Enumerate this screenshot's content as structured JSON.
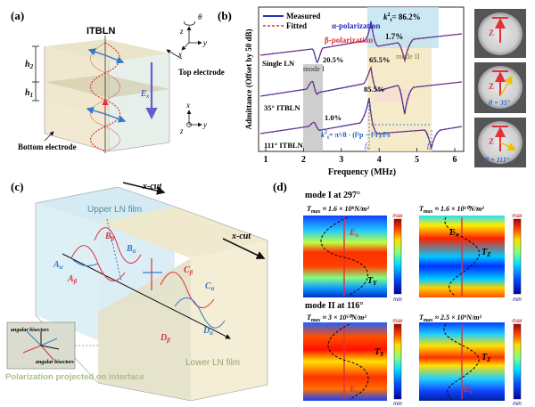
{
  "panel_a": {
    "label": "(a)",
    "title": "ITBLN",
    "top_electrode": "Top electrode",
    "bottom_electrode": "Bottom electrode",
    "h2": "h",
    "h2_sub": "2",
    "h1": "h",
    "h1_sub": "1",
    "ex": "E",
    "ex_sub": "x",
    "axis_theta": "θ",
    "axis_z": "z",
    "axis_y": "y",
    "axis_x": "x",
    "axis2_z": "z",
    "axis2_x": "x",
    "axis2_y": "y"
  },
  "panel_b": {
    "label": "(b)",
    "legend_measured": "Measured",
    "legend_fitted": "Fitted",
    "alpha_pol": "α-polarization",
    "beta_pol": "β-polarization",
    "k2_peak_label": "k",
    "k2_peak_value": "= 86.2%",
    "label_single_ln": "Single LN",
    "label_35": "35° ITBLN",
    "label_111": "111° ITBLN",
    "mode_i": "mode I",
    "mode_ii": "mode II",
    "val_17": "1.7%",
    "val_205": "20.5%",
    "val_655": "65.5%",
    "val_855": "85.5%",
    "val_10": "1.0%",
    "formula_lhs": "k",
    "formula_rhs": "= π²/8 · (f²p − f²r)/f²s",
    "fr": "f",
    "fr_sub": "r",
    "fa": "f",
    "fa_sub": "a",
    "ylabel": "Admittance (Offset by 50 dB)",
    "xlabel": "Frequency (MHz)",
    "xticks": [
      "1",
      "2",
      "3",
      "4",
      "5",
      "6"
    ],
    "inset1_z": "Z",
    "inset2_z": "Z",
    "inset2_angle": "θ = 35°",
    "inset3_z": "Z",
    "inset3_angle": "θ = 111°"
  },
  "panel_c": {
    "label": "(c)",
    "xcut_top": "x-cut",
    "xcut_right": "x-cut",
    "upper_film": "Upper LN film",
    "lower_film": "Lower LN film",
    "b_beta": "B",
    "b_beta_sub": "β",
    "b_alpha": "B",
    "b_alpha_sub": "α",
    "a_alpha": "A",
    "a_alpha_sub": "α",
    "a_beta": "A",
    "a_beta_sub": "β",
    "c_beta": "C",
    "c_beta_sub": "β",
    "c_alpha": "C",
    "c_alpha_sub": "α",
    "d_beta": "D",
    "d_beta_sub": "β",
    "d_alpha": "D",
    "d_alpha_sub": "α",
    "angular_bisectors_top": "angular bisectors",
    "angular_bisectors_bottom": "angular bisectors",
    "projection_note": "Polarization projected on interface"
  },
  "panel_d": {
    "label": "(d)",
    "mode_i": "mode I at 297°",
    "mode_ii": "mode II at 116°",
    "t1": "T",
    "t1_sub": "max",
    "t1_val": " ≈ 1.6 × 10⁸N/m²",
    "t2": "T",
    "t2_sub": "max",
    "t2_val": " ≈ 1.6 × 10¹⁰N/m²",
    "t3": "T",
    "t3_sub": "max",
    "t3_val": " ≈ 3 × 10¹⁰N/m²",
    "t4": "T",
    "t4_sub": "max",
    "t4_val": " ≈ 2.5 × 10⁹N/m²",
    "max": "max",
    "min": "min",
    "max2": "max",
    "min2": "min",
    "max3": "max",
    "min3": "min",
    "max4": "max",
    "min4": "min",
    "ex1": "E",
    "ex1_sub": "x",
    "ex2": "E",
    "ex2_sub": "x",
    "ex3": "E",
    "ex3_sub": "x",
    "ex4": "E",
    "ex4_sub": "x",
    "ty1": "T",
    "ty1_sub": "Y",
    "tz2": "T",
    "tz2_sub": "Z",
    "ty3": "T",
    "ty3_sub": "Y",
    "tz4": "T",
    "tz4_sub": "Z"
  },
  "colors": {
    "measured": "#1f2fb8",
    "fitted": "#e0303a",
    "mode_i_band": "#bdbdbd",
    "mode_ii_band": "#f3e7c2",
    "alpha_band": "#bfe2f3",
    "upper_film": "#cfe9f2",
    "lower_film": "#f2edd3"
  }
}
